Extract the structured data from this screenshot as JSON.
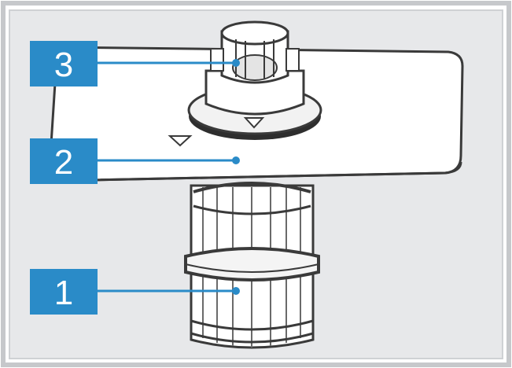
{
  "figure": {
    "description_visible": false,
    "colors": {
      "panel": "#e7e8ea",
      "frame": "#c6c8cb",
      "callout": "#2a8bc8",
      "line": "#2a8bc8",
      "plate": "#ffffff",
      "outline": "#3a3a3a",
      "seal": "#2e2e2e"
    }
  },
  "callouts": [
    {
      "id": "1",
      "label": "1",
      "part": "microfilter-cylinder"
    },
    {
      "id": "2",
      "label": "2",
      "part": "flat-filter-plate"
    },
    {
      "id": "3",
      "label": "3",
      "part": "coarse-filter"
    }
  ]
}
